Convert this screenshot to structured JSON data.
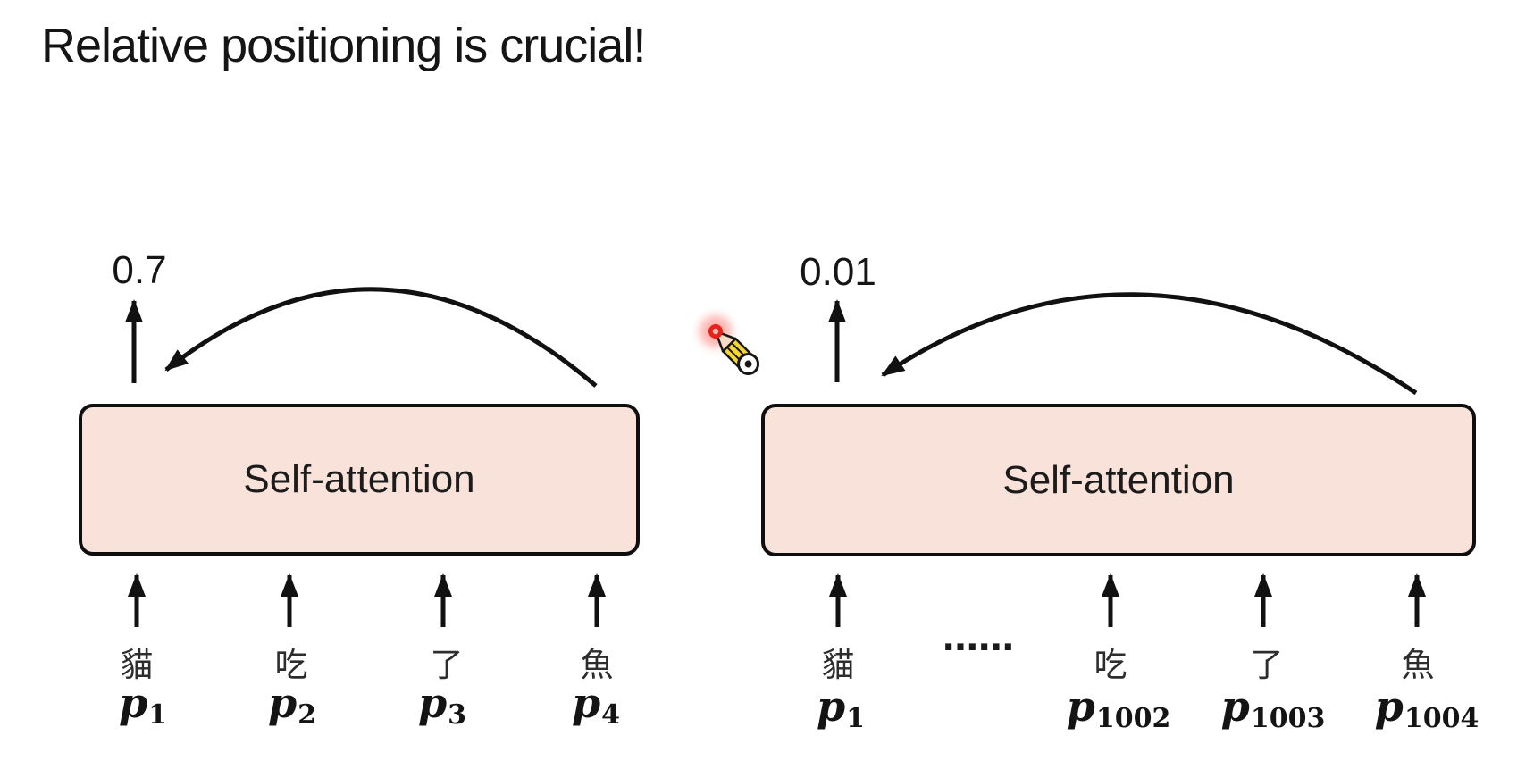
{
  "slide": {
    "title": "Relative positioning is crucial!"
  },
  "left_diagram": {
    "attention_score": "0.7",
    "box_label": "Self-attention",
    "tokens": [
      "貓",
      "吃",
      "了",
      "魚"
    ],
    "positions": [
      {
        "base": "p",
        "sub": "1"
      },
      {
        "base": "p",
        "sub": "2"
      },
      {
        "base": "p",
        "sub": "3"
      },
      {
        "base": "p",
        "sub": "4"
      }
    ]
  },
  "right_diagram": {
    "attention_score": "0.01",
    "box_label": "Self-attention",
    "ellipsis": "……",
    "tokens": [
      "貓",
      "吃",
      "了",
      "魚"
    ],
    "positions": [
      {
        "base": "p",
        "sub": "1"
      },
      {
        "base": "p",
        "sub": "1002"
      },
      {
        "base": "p",
        "sub": "1003"
      },
      {
        "base": "p",
        "sub": "1004"
      }
    ]
  },
  "icons": {
    "pencil_pointer": "laser-pencil-pointer-icon"
  },
  "colors": {
    "background": "#ffffff",
    "box_fill": "#f8e2d9",
    "box_border": "#0f0f0f",
    "ink": "#151515",
    "pencil_body": "#f4d531",
    "pencil_tip": "#f7d9c4",
    "laser_dot": "#e8211a"
  }
}
